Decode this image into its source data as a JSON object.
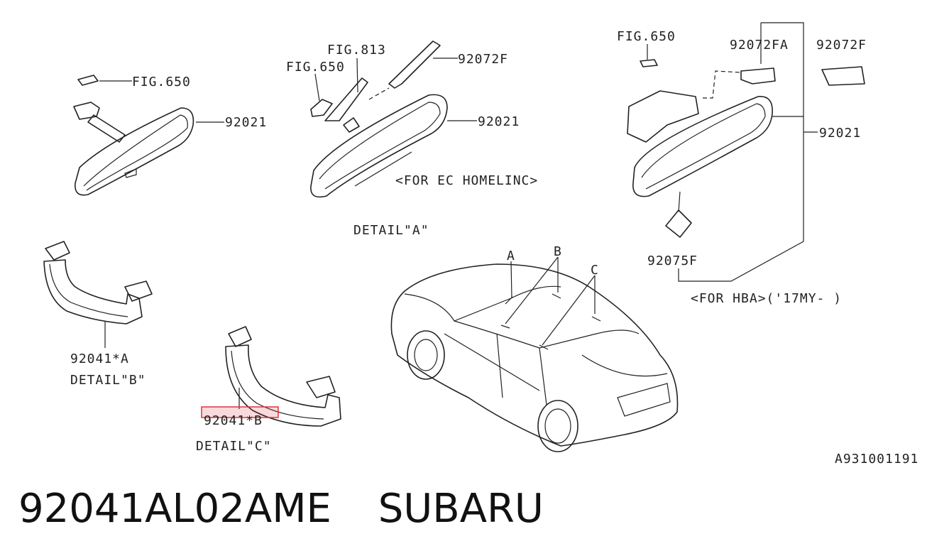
{
  "labels": {
    "fig650_left": "FIG.650",
    "part_92021_left": "92021",
    "fig813": "FIG.813",
    "fig650_mid": "FIG.650",
    "part_92072f_mid": "92072F",
    "part_92021_mid": "92021",
    "for_ec_homelinc": "<FOR EC HOMELINC>",
    "detail_a": "DETAIL\"A\"",
    "fig650_right": "FIG.650",
    "part_92072fa": "92072FA",
    "part_92072f_right": "92072F",
    "part_92021_right": "92021",
    "part_92075f": "92075F",
    "for_hba": "<FOR HBA>('17MY-  )",
    "part_92041a": "92041*A",
    "detail_b": "DETAIL\"B\"",
    "part_92041b": "92041*B",
    "detail_c": "DETAIL\"C\"",
    "callout_a": "A",
    "callout_b": "B",
    "callout_c": "C",
    "drawing_code": "A931001191"
  },
  "highlight_color": "#e0333c",
  "footer": {
    "part_number": "92041AL02AME",
    "brand": "SUBARU"
  }
}
